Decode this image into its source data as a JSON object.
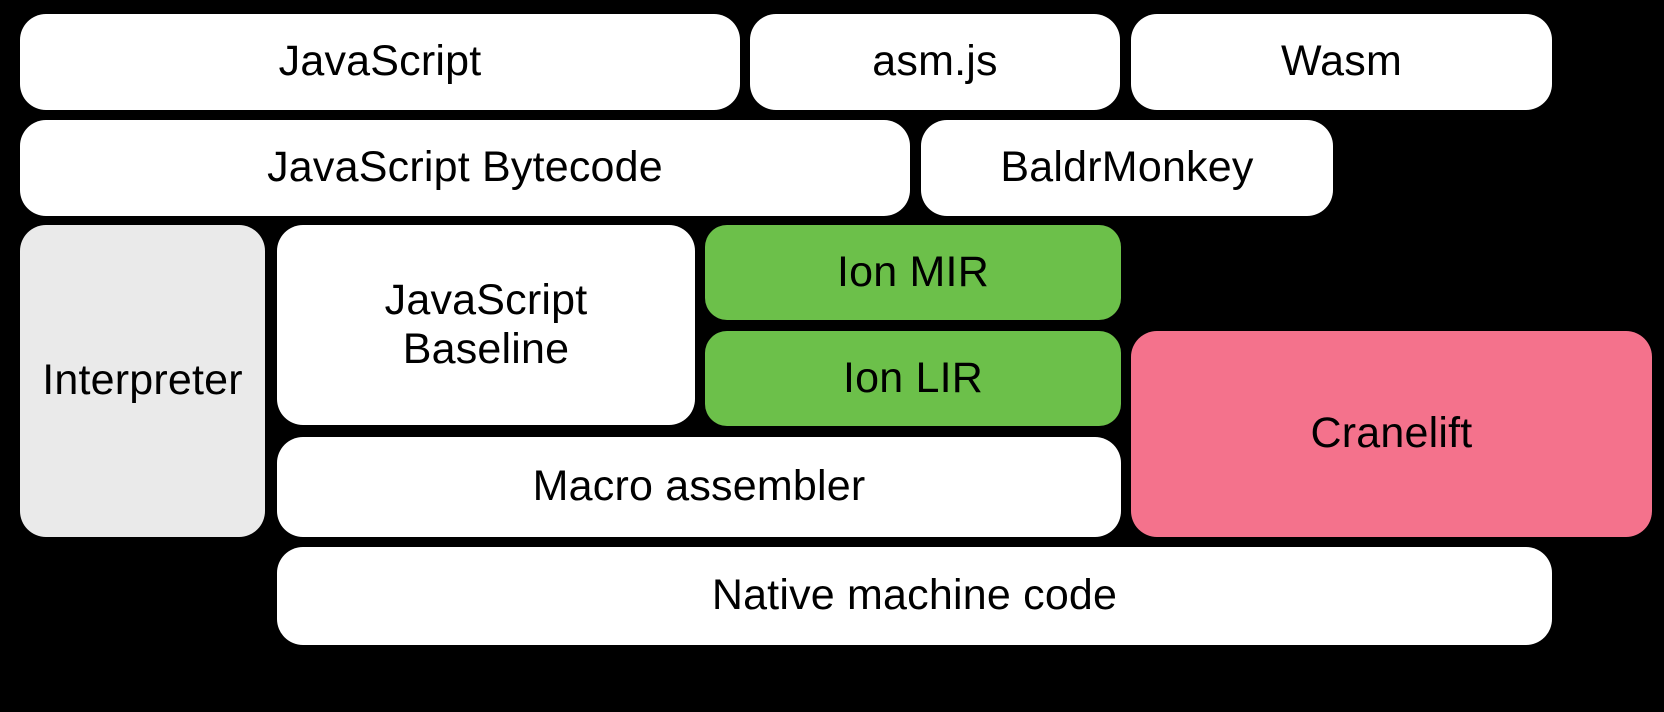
{
  "diagram": {
    "title": "SpiderMonkey JavaScript and WebAssembly compilation pipeline",
    "background_color": "#000000",
    "colors": {
      "white": "#ffffff",
      "gray": "#eaeaea",
      "green": "#6cc04a",
      "pink": "#f4728c",
      "text": "#000000"
    },
    "rows": [
      {
        "name": "source-languages",
        "nodes": [
          {
            "key": "javascript",
            "label": "JavaScript",
            "fill": "white"
          },
          {
            "key": "asmjs",
            "label": "asm.js",
            "fill": "white"
          },
          {
            "key": "wasm",
            "label": "Wasm",
            "fill": "white"
          }
        ]
      },
      {
        "name": "front-end-representations",
        "nodes": [
          {
            "key": "javascript-bytecode",
            "label": "JavaScript Bytecode",
            "fill": "white"
          },
          {
            "key": "baldrmonkey",
            "label": "BaldrMonkey",
            "fill": "white"
          }
        ]
      },
      {
        "name": "execution-tiers",
        "nodes": [
          {
            "key": "interpreter",
            "label": "Interpreter",
            "fill": "gray"
          },
          {
            "key": "javascript-baseline",
            "label": "JavaScript\nBaseline",
            "fill": "white"
          },
          {
            "key": "ion-mir",
            "label": "Ion MIR",
            "fill": "green"
          },
          {
            "key": "ion-lir",
            "label": "Ion LIR",
            "fill": "green"
          },
          {
            "key": "macro-assembler",
            "label": "Macro assembler",
            "fill": "white"
          },
          {
            "key": "cranelift",
            "label": "Cranelift",
            "fill": "pink"
          }
        ]
      },
      {
        "name": "output",
        "nodes": [
          {
            "key": "native-machine-code",
            "label": "Native machine code",
            "fill": "white"
          }
        ]
      }
    ],
    "nodes": {
      "javascript": "JavaScript",
      "asmjs": "asm.js",
      "wasm": "Wasm",
      "javascript_bytecode": "JavaScript Bytecode",
      "baldrmonkey": "BaldrMonkey",
      "interpreter": "Interpreter",
      "javascript_baseline": "JavaScript\nBaseline",
      "ion_mir": "Ion MIR",
      "ion_lir": "Ion LIR",
      "macro_assembler": "Macro assembler",
      "cranelift": "Cranelift",
      "native_machine_code": "Native machine code"
    }
  }
}
